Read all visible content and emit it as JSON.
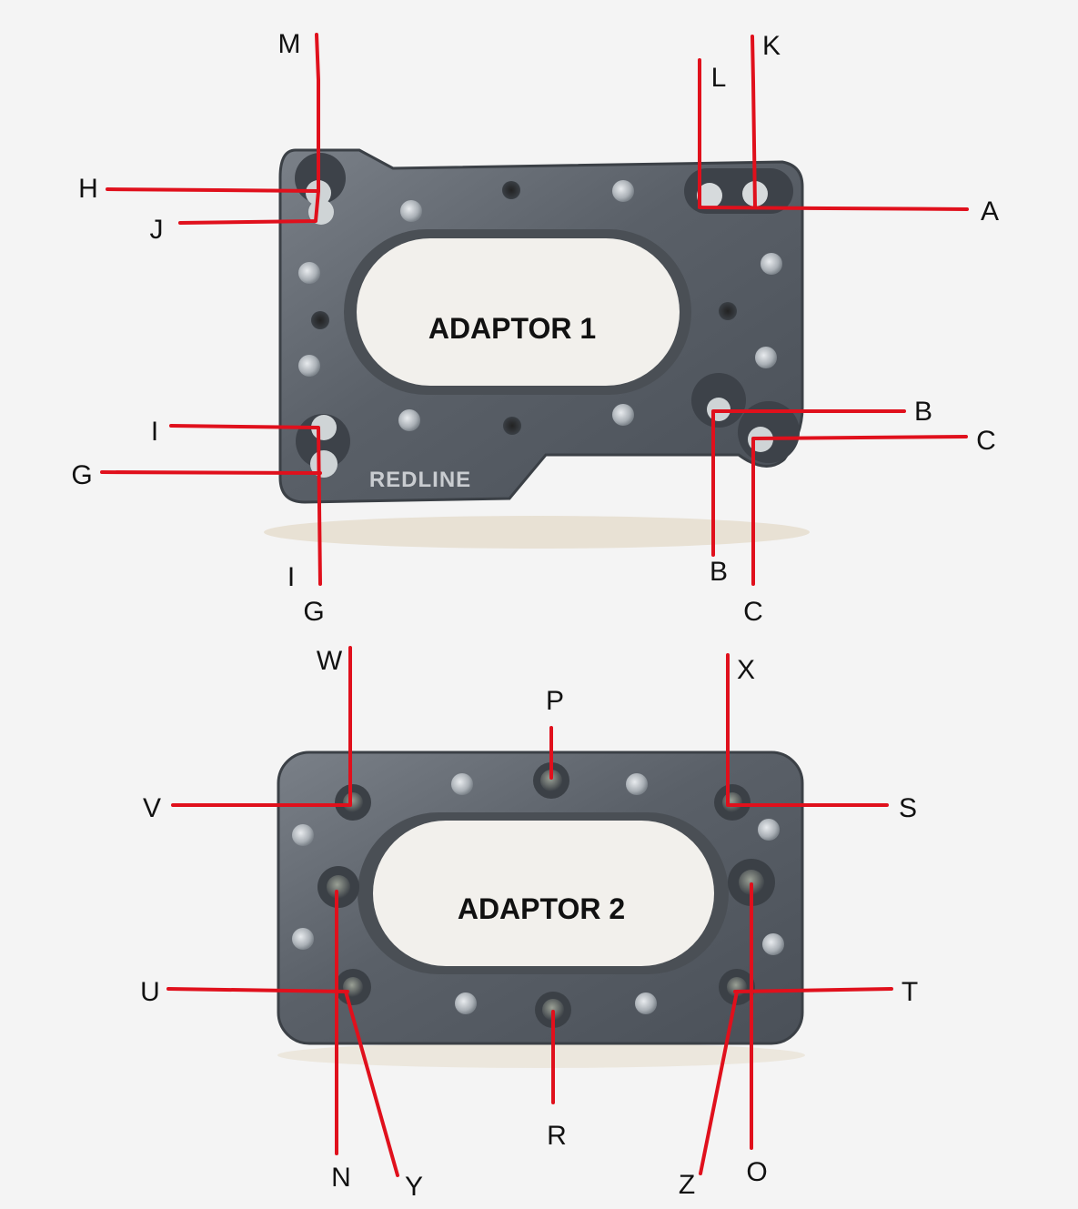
{
  "adaptor1": {
    "title": "ADAPTOR 1",
    "engraving": "REDLINE"
  },
  "adaptor2": {
    "title": "ADAPTOR 2"
  },
  "labels": {
    "M": "M",
    "K": "K",
    "L": "L",
    "H": "H",
    "J": "J",
    "A": "A",
    "I_top": "I",
    "G_left": "G",
    "B_right": "B",
    "C_right": "C",
    "I_bottom": "I",
    "G_bottom": "G",
    "B_bottom": "B",
    "C_bottom": "C",
    "W": "W",
    "X": "X",
    "P": "P",
    "V": "V",
    "S": "S",
    "U": "U",
    "T": "T",
    "R": "R",
    "N": "N",
    "Y": "Y",
    "Z": "Z",
    "O": "O"
  },
  "colors": {
    "leader": "#e0101c",
    "plate": "#5d636b",
    "background": "#f4f4f4"
  }
}
